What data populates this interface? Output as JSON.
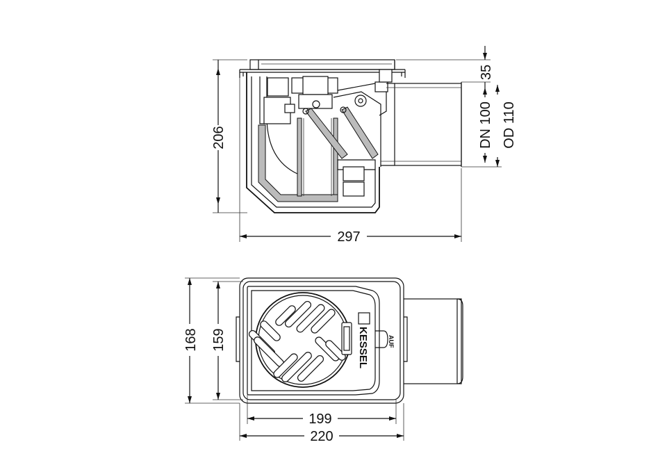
{
  "dimensions": {
    "side_height": "206",
    "side_width": "297",
    "top_offset": "35",
    "pipe_dn": "DN 100",
    "pipe_od": "OD 110",
    "plan_outer_height": "168",
    "plan_inner_height": "159",
    "plan_inner_width": "199",
    "plan_outer_width": "220"
  },
  "labels": {
    "brand": "KESSEL",
    "flow_marker": "AUF"
  }
}
